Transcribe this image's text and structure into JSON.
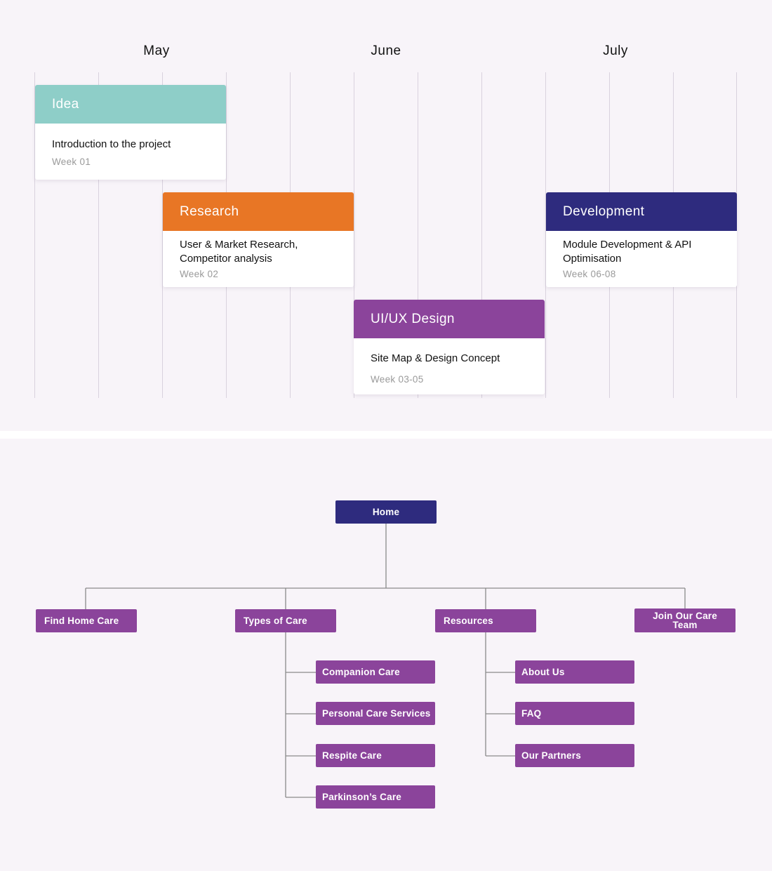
{
  "timeline": {
    "months": [
      "May",
      "June",
      "July"
    ],
    "cards": [
      {
        "title": "Idea",
        "description": "Introduction to the project",
        "week": "Week 01",
        "color": "#8ecec8"
      },
      {
        "title": "Research",
        "description": "User & Market Research, Competitor analysis",
        "week": "Week 02",
        "color": "#e87625"
      },
      {
        "title": "UI/UX Design",
        "description": "Site Map & Design Concept",
        "week": "Week 03-05",
        "color": "#8b449b"
      },
      {
        "title": "Development",
        "description": "Module Development & API Optimisation",
        "week": "Week 06-08",
        "color": "#2e2b7e"
      }
    ]
  },
  "sitemap": {
    "root": "Home",
    "sections": [
      "Find Home Care",
      "Types of Care",
      "Resources",
      "Join Our Care Team"
    ],
    "types_of_care_children": [
      "Companion Care",
      "Personal Care Services",
      "Respite Care",
      "Parkinson’s Care"
    ],
    "resources_children": [
      "About Us",
      "FAQ",
      "Our Partners"
    ],
    "colors": {
      "root": "#2e2b7e",
      "node": "#8b449b",
      "connector": "#8a8a8a"
    }
  }
}
